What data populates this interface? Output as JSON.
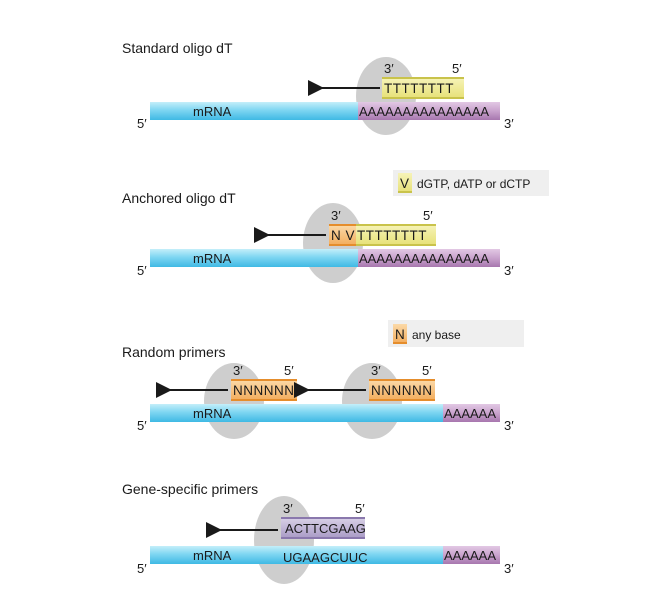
{
  "colors": {
    "mrna": "#5ecbee",
    "mrna_highlight": "#c4eefa",
    "polya": "#b98bbf",
    "polya_highlight": "#e2c8e4",
    "oligo_dt": "#f0eb8c",
    "oligo_dt_line": "#c9c34b",
    "anchor": "#f7c07a",
    "anchor_line": "#e58d2c",
    "gsp": "#b9aed0",
    "gsp_line": "#8a78ad",
    "enzyme": "#c9c9c9",
    "legend_bg": "#efefef"
  },
  "sections": {
    "standard": {
      "title": "Standard oligo dT",
      "five_prime_left": "5′",
      "three_prime_right": "3′",
      "mrna": "mRNA",
      "polya": "AAAAAAAAAAAAAAA",
      "primer_three": "3′",
      "primer_five": "5′",
      "primer": "TTTTTTTT"
    },
    "anchored": {
      "title": "Anchored oligo dT",
      "five_prime_left": "5′",
      "three_prime_right": "3′",
      "mrna": "mRNA",
      "polya": "AAAAAAAAAAAAAAA",
      "primer_three": "3′",
      "primer_five": "5′",
      "anchor": "N V",
      "primer": "TTTTTTTT"
    },
    "random": {
      "title": "Random primers",
      "five_prime_left": "5′",
      "three_prime_right": "3′",
      "mrna": "mRNA",
      "polya": "AAAAAA",
      "primer1_three": "3′",
      "primer1_five": "5′",
      "primer1": "NNNNNN",
      "primer2_three": "3′",
      "primer2_five": "5′",
      "primer2": "NNNNNN"
    },
    "gene_specific": {
      "title": "Gene-specific primers",
      "five_prime_left": "5′",
      "three_prime_right": "3′",
      "mrna": "mRNA",
      "polya": "AAAAAA",
      "primer_three": "3′",
      "primer_five": "5′",
      "primer": "ACTTCGAAG",
      "target": "UGAAGCUUC"
    }
  },
  "legends": {
    "v": {
      "letter": "V",
      "text": "dGTP, dATP or dCTP"
    },
    "n": {
      "letter": "N",
      "text": "any base"
    }
  }
}
